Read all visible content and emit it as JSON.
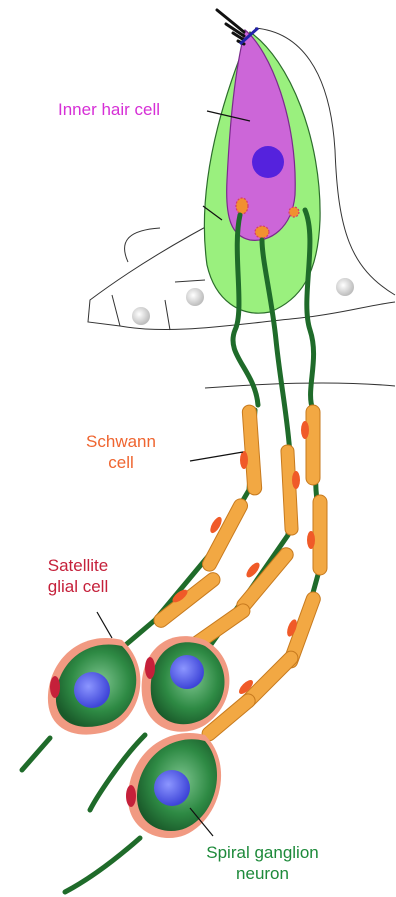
{
  "labels": {
    "inner_hair_cell": {
      "text": "Inner hair cell",
      "color": "#d62fd6"
    },
    "schwann_cell": {
      "line1": "Schwann",
      "line2": "cell",
      "color": "#ef6530"
    },
    "satellite_glial_cell": {
      "line1": "Satellite",
      "line2": "glial cell",
      "color": "#c5203a"
    },
    "spiral_ganglion_neuron": {
      "line1": "Spiral ganglion",
      "line2": "neuron",
      "color": "#1d8a3a"
    }
  },
  "colors": {
    "hair_cell_body": "#cc66d8",
    "hair_cell_nucleus": "#5522dd",
    "supporting_cell": "#9af07e",
    "nerve_fiber": "#1f6b2a",
    "schwann_sheath": "#f2a843",
    "node_marker": "#f05a28",
    "soma_outer": "#f19a82",
    "soma_body": "#2e8a44",
    "neuron_nucleus": "#4a57e6",
    "synapse": "#f19030"
  }
}
